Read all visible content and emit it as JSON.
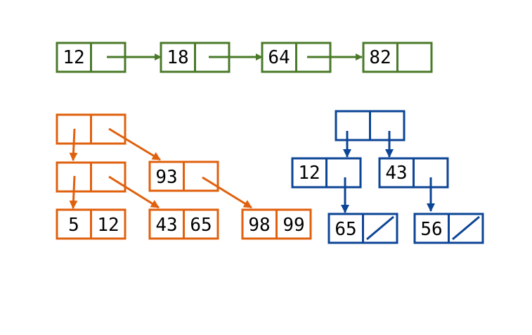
{
  "colors": {
    "list": "#4a7a2a",
    "tree": "#e0600d",
    "bst": "#0c4596",
    "background": "#ffffff"
  },
  "linked_list": {
    "nodes": [
      "12",
      "18",
      "64",
      "82"
    ]
  },
  "orange_tree": {
    "root": [
      "",
      ""
    ],
    "internal_left": [
      "",
      ""
    ],
    "internal_right": [
      "93",
      ""
    ],
    "leaves": [
      [
        "5",
        "12"
      ],
      [
        "43",
        "65"
      ],
      [
        "98",
        "99"
      ]
    ]
  },
  "blue_tree": {
    "root": [
      "",
      ""
    ],
    "children": [
      {
        "value": "12",
        "child": "65",
        "child_null": true
      },
      {
        "value": "43",
        "child": "56",
        "child_null": true
      }
    ]
  }
}
